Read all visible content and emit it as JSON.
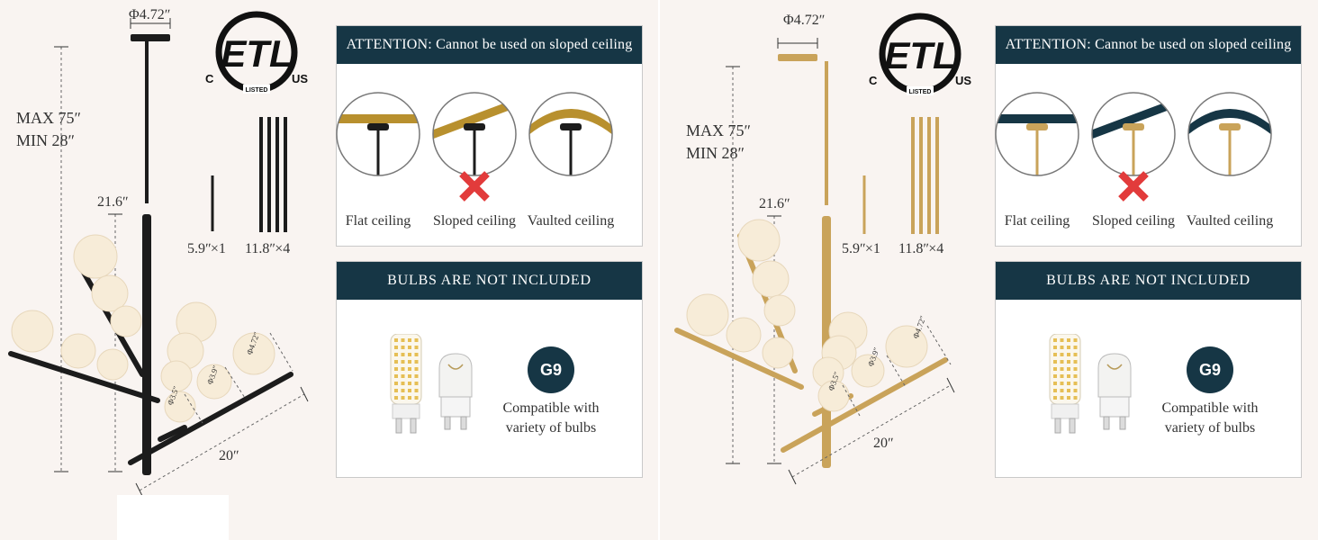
{
  "variants": [
    {
      "id": "black",
      "finish_color": "#1c1c1c",
      "attention_header": "ATTENTION: Cannot be used on sloped ceiling",
      "ceiling_captions": [
        "Flat ceiling",
        "Sloped ceiling",
        "Vaulted ceiling"
      ],
      "bulbs_header": "BULBS ARE NOT INCLUDED",
      "bulb_badge": "G9",
      "bulb_caption_line1": "Compatible with",
      "bulb_caption_line2": "variety of bulbs",
      "canopy_dim": "Φ4.72ʺ",
      "max_height": "MAX 75ʺ",
      "min_height": "MIN 28ʺ",
      "body_height": "21.6ʺ",
      "width_dim": "20ʺ",
      "rod_short": "5.9ʺ×1",
      "rod_long": "11.8ʺ×4",
      "globe_large": "Φ4.72ʺ",
      "globe_medium": "Φ3.9ʺ",
      "globe_small": "Φ3.5ʺ",
      "certification": {
        "mark": "ETL",
        "left": "C",
        "right": "US",
        "sub": "LISTED"
      }
    },
    {
      "id": "gold",
      "finish_color": "#c9a35a",
      "attention_header": "ATTENTION: Cannot be used on sloped ceiling",
      "ceiling_captions": [
        "Flat ceiling",
        "Sloped ceiling",
        "Vaulted ceiling"
      ],
      "bulbs_header": "BULBS ARE NOT INCLUDED",
      "bulb_badge": "G9",
      "bulb_caption_line1": "Compatible with",
      "bulb_caption_line2": "variety of bulbs",
      "canopy_dim": "Φ4.72ʺ",
      "max_height": "MAX 75ʺ",
      "min_height": "MIN 28ʺ",
      "body_height": "21.6ʺ",
      "width_dim": "20ʺ",
      "rod_short": "5.9ʺ×1",
      "rod_long": "11.8ʺ×4",
      "globe_large": "Φ4.72ʺ",
      "globe_medium": "Φ3.9ʺ",
      "globe_small": "Φ3.5ʺ",
      "certification": {
        "mark": "ETL",
        "left": "C",
        "right": "US",
        "sub": "LISTED"
      }
    }
  ],
  "colors": {
    "header_bg": "#163645",
    "sloped_ceiling_strip": "#b8902e",
    "cross_mark": "#e23b3b",
    "dark_ceiling_strip": "#163645"
  }
}
